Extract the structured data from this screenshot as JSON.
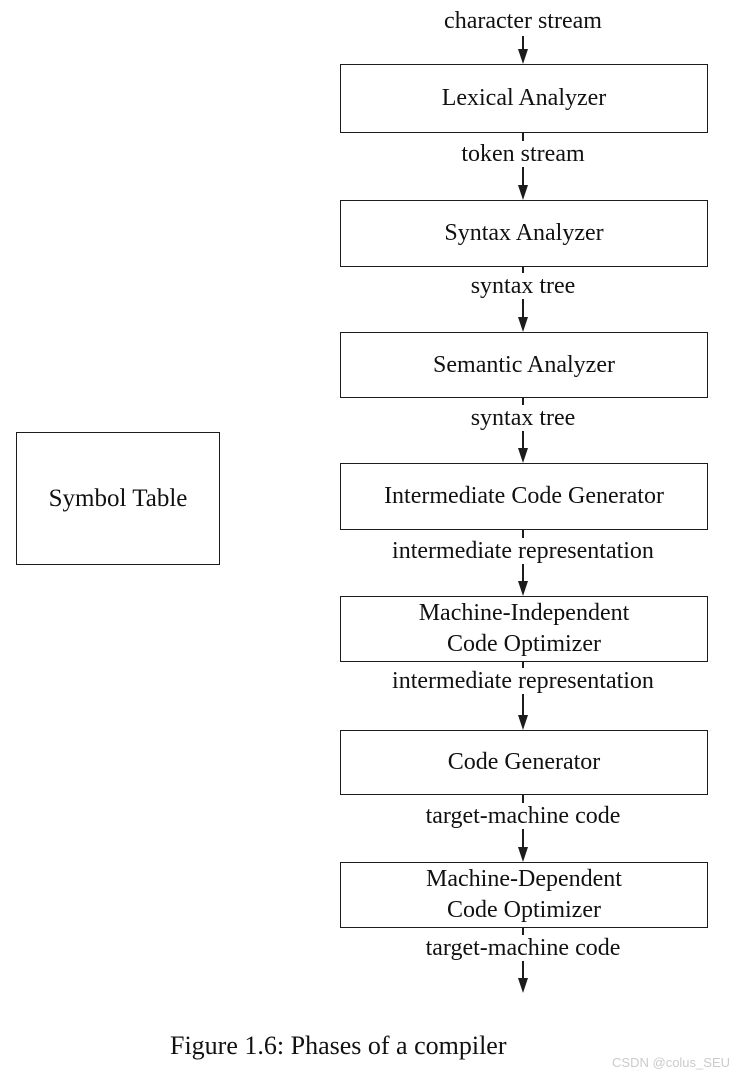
{
  "figure": {
    "caption": "Figure 1.6: Phases of a compiler",
    "watermark": "CSDN @colus_SEU"
  },
  "colors": {
    "ink": "#1c1c1c",
    "background": "#ffffff",
    "watermark": "#cbcbcb"
  },
  "symbol_table": {
    "label": "Symbol Table"
  },
  "pipeline": {
    "input": "character stream",
    "stages": [
      {
        "name": "Lexical Analyzer",
        "output": "token stream"
      },
      {
        "name": "Syntax Analyzer",
        "output": "syntax tree"
      },
      {
        "name": "Semantic Analyzer",
        "output": "syntax tree"
      },
      {
        "name": "Intermediate Code Generator",
        "output": "intermediate representation"
      },
      {
        "name": "Machine-Independent Code Optimizer",
        "line1": "Machine-Independent",
        "line2": "Code Optimizer",
        "output": "intermediate representation"
      },
      {
        "name": "Code Generator",
        "output": "target-machine code"
      },
      {
        "name": "Machine-Dependent Code Optimizer",
        "line1": "Machine-Dependent",
        "line2": "Code Optimizer",
        "output": "target-machine code"
      }
    ]
  }
}
